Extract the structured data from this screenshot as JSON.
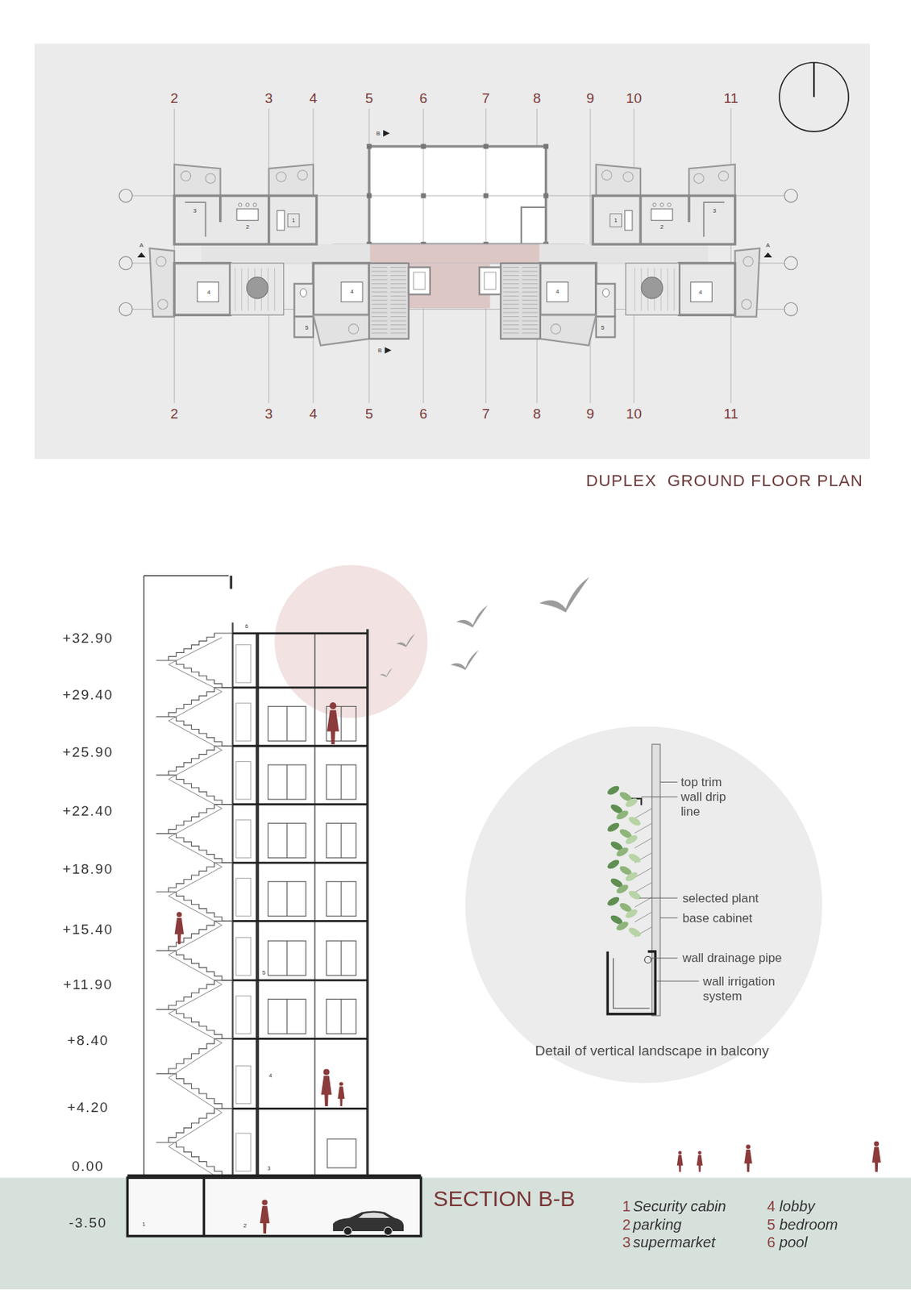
{
  "diagram": {
    "nodes": [
      {
        "text": [
          "top trim wall drip line",
          "selected plant",
          "base cabinet",
          "wall drainage pipe",
          "wall irrigation system",
          "Detail of vertical landscape in balcony"
        ]
      }
    ],
    "labels": [
      "2",
      "3",
      "4",
      "5",
      "6",
      "7",
      "8",
      "9",
      "10",
      "11",
      "2",
      "3",
      "4",
      "5",
      "6",
      "7",
      "8",
      "9",
      "10",
      "11",
      "3",
      "2",
      "1",
      "4",
      "4",
      "5",
      "1",
      "2",
      "3",
      "4",
      "4",
      "5",
      "A",
      "A",
      "B",
      "B",
      "DUPLEX  GROUND FLOOR PLAN",
      "+32.90",
      "+29.40",
      "+25.90",
      "+22.40",
      "+18.90",
      "+15.40",
      "+11.90",
      "+8.40",
      "+4.20",
      "0.00",
      "-3.50",
      "6",
      "5",
      "4",
      "3",
      "1",
      "2",
      "SECTION B-B",
      "1",
      "2",
      "3",
      "4",
      "5",
      "6"
    ],
    "legend": [
      {
        "text": "Security cabin"
      },
      {
        "text": "parking"
      },
      {
        "text": "supermarket"
      },
      {
        "text": "lobby"
      },
      {
        "text": "bedroom"
      },
      {
        "text": "pool"
      }
    ]
  }
}
